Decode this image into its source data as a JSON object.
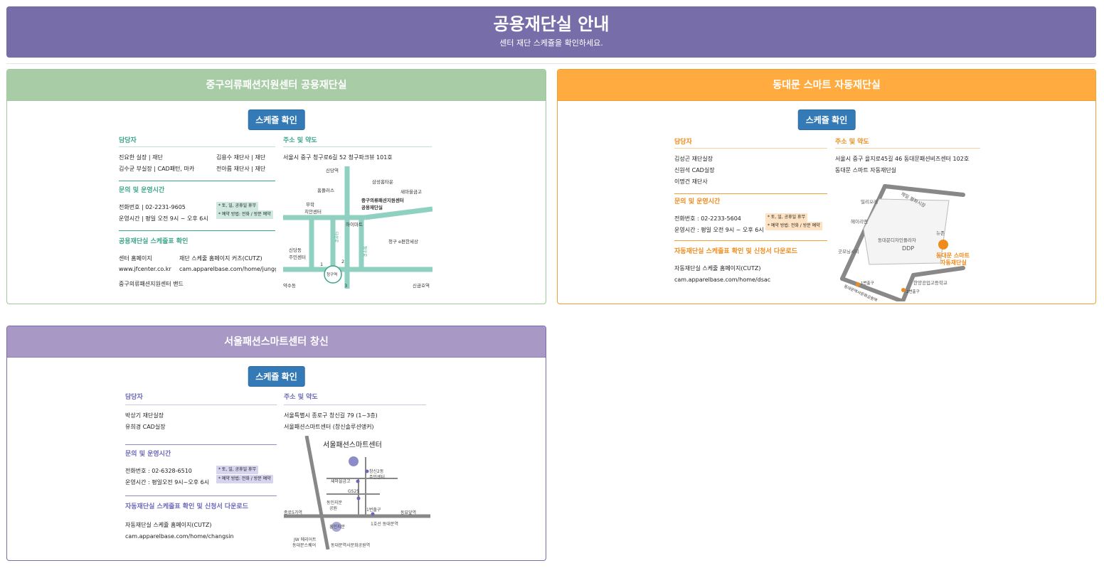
{
  "header": {
    "title": "공용재단실 안내",
    "subtitle": "센터 재단 스케쥴을 확인하세요."
  },
  "button_label": "스케쥴 확인",
  "panels": [
    {
      "title": "중구의류패션지원센터 공용재단실",
      "contact_heading": "담당자",
      "contacts": [
        "진요한 실장 | 재단",
        "김용수 재단사 | 재단",
        "김수균 부실장 | CAD패턴, 마카",
        "전아름 재단사 | 재단"
      ],
      "inquiry_heading": "문의 및 운영시간",
      "phone": "전화번호 | 02-2231-9605",
      "hours": "운영시간 | 평일 오전 9시 ~ 오후 6시",
      "notes": [
        "* 토, 일, 공휴일 휴무",
        "* 예약 방법: 전화 / 방문 예약"
      ],
      "schedule_heading": "공용재단실 스케줄표 확인",
      "site_label": "센터 홈페이지",
      "site_url": "www.jfcenter.co.kr",
      "cutz_label": "재단 스케줄 홈페이지 커츠(CUTZ)",
      "cutz_url": "cam.apparelbase.com/home/junggu",
      "band": "중구의류패션지원센터 밴드",
      "address_heading": "주소 및 약도",
      "address": "서울시 중구 청구로6길 52 청구파크뷰 101호",
      "map_labels": [
        "신당역",
        "삼성홈타운",
        "새마을금고",
        "홈플러스",
        "무학",
        "치안센터",
        "중구의류패션지원센터",
        "공용재단실",
        "다산로",
        "하이마트",
        "청구 e편한세상",
        "신당동",
        "주민센터",
        "청구로",
        "청구역",
        "약수동",
        "신금호역",
        "1",
        "2",
        "3"
      ]
    },
    {
      "title": "동대문 스마트 자동재단실",
      "contact_heading": "담당자",
      "contacts": [
        "김성곤 재단실장",
        "신원석 CAD실장",
        "이명건 재단사"
      ],
      "inquiry_heading": "문의 및 운영시간",
      "phone": "전화번호 : 02-2233-5604",
      "hours": "운영시간 : 평일 오전 9시 ~ 오후 6시",
      "notes": [
        "* 토, 일, 공휴일 휴무",
        "* 예약 방법: 전화 / 방문 예약"
      ],
      "schedule_heading": "자동재단실 스케줄표 확인 및 신청서 다운로드",
      "site_label": "자동재단실 스케줄 홈페이지(CUTZ)",
      "site_url": "cam.apparelbase.com/home/dsac",
      "address_heading": "주소 및 약도",
      "address": "서울시 중구 을지로45길 46 동대문패션비즈센터 102호",
      "address2": "동대문 스마트 자동재단실",
      "map_labels": [
        "밀리오레",
        "제일 평화시장",
        "헤이리맨",
        "굿모닝시티",
        "동대문디자인플라자",
        "DDP",
        "뉴존",
        "동대문 스마트",
        "자동재단실",
        "1번출구",
        "2번출구",
        "동대문역사문화공원역",
        "한양공업고등학교"
      ]
    },
    {
      "title": "서울패션스마트센터 창신",
      "contact_heading": "담당자",
      "contacts": [
        "박상기 재단실장",
        "유희경 CAD실장"
      ],
      "inquiry_heading": "문의 및 운영시간",
      "phone": "전화번호 : 02-6328-6510",
      "hours": "운영시간 : 평일오전 9시~오후 6시",
      "notes": [
        "* 토, 일, 공휴일 휴무",
        "* 예약 방법: 전화 / 방문 예약"
      ],
      "schedule_heading": "자동재단실 스케줄표 확인 및 신청서 다운로드",
      "site_label": "자동재단실 스케쥴 홈페이지(CUTZ)",
      "site_url": "cam.apparelbase.com/home/changsin",
      "address_heading": "주소 및 약도",
      "address": "서울특별시 종로구 창신길 79 (1~3층)",
      "address2": "서울패션스마트센터 (창신솔루션앵커)",
      "map_labels": [
        "서울패션스마트센터",
        "창신2동",
        "주민센터",
        "새마을금고",
        "GS25",
        "동인지문",
        "공원",
        "1번출구",
        "종로5가역",
        "동묘앞역",
        "1호선 동대문역",
        "흥인지문",
        "JW 메리어트",
        "동대문스퀘어",
        "동대문역사문화공원역"
      ]
    }
  ],
  "colors": {
    "header": "#776ea9",
    "green": "#a8cda6",
    "orange": "#ffab40",
    "purple": "#a898c6",
    "button": "#337ab7"
  }
}
